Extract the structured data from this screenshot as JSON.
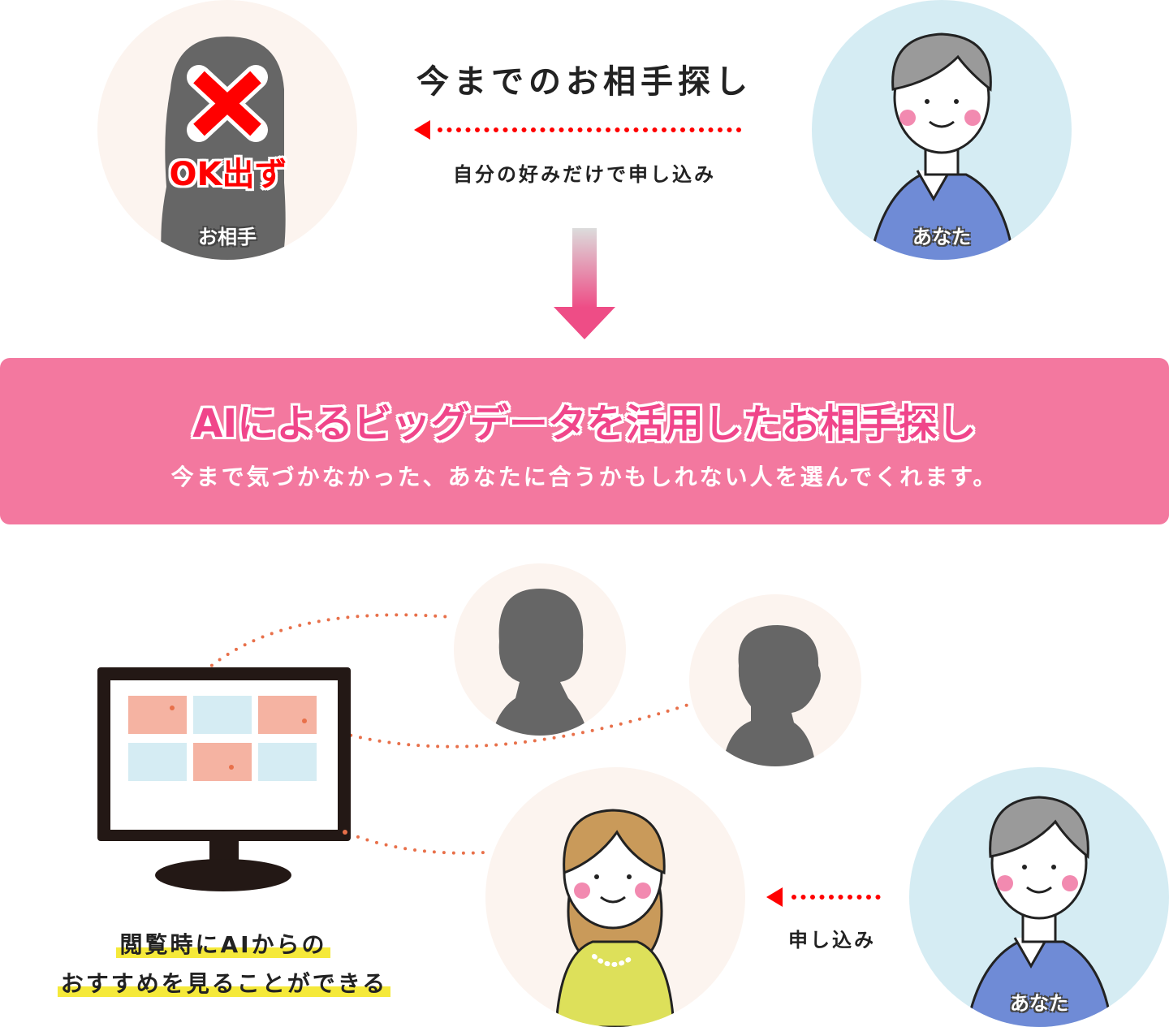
{
  "old_method": {
    "title": "今までのお相手探し",
    "arrow_label": "自分の好みだけで申し込み",
    "partner_label": "お相手",
    "rejection_text": "OK出ず",
    "you_label": "あなた"
  },
  "banner": {
    "title": "AIによるビッグデータを活用したお相手探し",
    "subtitle": "今まで気づかなかった、あなたに合うかもしれない人を選んでくれます。"
  },
  "new_method": {
    "apply_label": "申し込み",
    "you_label": "あなた",
    "caption_line1": "閲覧時にAIからの",
    "caption_line2": "おすすめを見ることができる"
  },
  "colors": {
    "banner": "#f3789f",
    "accent_pink": "#f0458a",
    "arrow_red": "#ff0000",
    "dot_orange": "#e8704a",
    "highlight_yellow": "#f5e93a"
  }
}
